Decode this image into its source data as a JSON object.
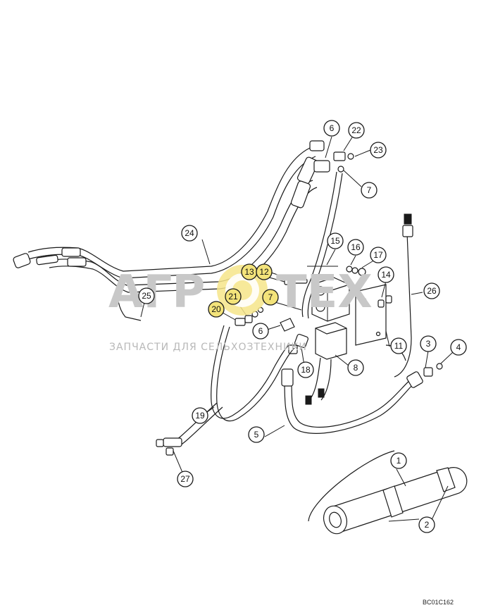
{
  "watermark": {
    "logo_left": "АГР",
    "logo_right": "ТЕХ",
    "tagline": "ЗАПЧАСТИ ДЛЯ СЕЛЬХОЗТЕХНИКИ"
  },
  "drawing_code": "BC01C162",
  "callouts": [
    "1",
    "2",
    "3",
    "4",
    "5",
    "6",
    "6",
    "7",
    "7",
    "8",
    "11",
    "12",
    "13",
    "14",
    "15",
    "16",
    "17",
    "18",
    "19",
    "20",
    "21",
    "22",
    "23",
    "24",
    "25",
    "26",
    "27"
  ]
}
